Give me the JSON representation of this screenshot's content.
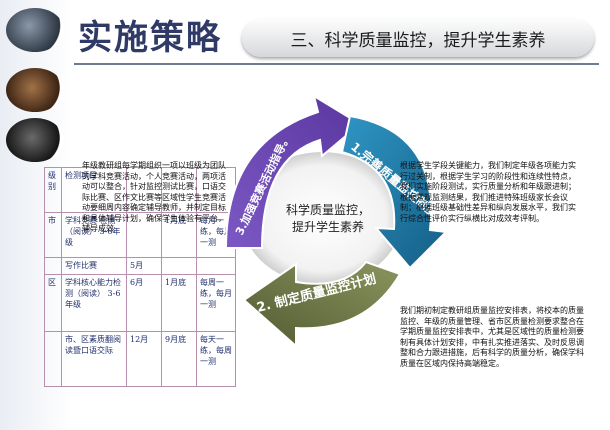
{
  "header": {
    "title": "实施策略",
    "subtitle": "三、科学质量监控，提升学生素养"
  },
  "center": {
    "line1": "科学质量监控，",
    "line2": "提升学生素养"
  },
  "arrows": {
    "one": "1.完善质量监控制度。",
    "two": "2. 制定质量监控计划",
    "three": "3.加强竞赛活动指导。"
  },
  "paragraphs": {
    "top_left": "年级教研组每学期组织一项以班级为团队的学科竞赛活动，个人竞赛活动，两项活动可以整合，针对监控测试比赛，口语交际比赛、区作文比赛等区域性学生竞赛活动要细周内容确定辅导教师，并制定目标和具体辅导计划，确保学生体验有平台，辅导成效",
    "right": "根据学生学段关键能力，我们制定年级各项能力实行过关制，根据学生学习的阶段性和连续性特点，我们实施阶段测试，实行质量分析和年级跟进制；根据常规监测结果，我们推进特殊班级家长会议制；根据班级基础性差异和纵向发展水平，我们实行综合性评价实行纵横比对成效考评制。",
    "bottom_right": "我们期初制定教研组质量监控安排表，将校本的质量监控、年级的质量管理、省市区质量检测要求整合在学期质量监控安排表中，尤其是区域性的质量检测要制有具体计划安排，中有扎实推进落实、及时反思调整和合力跟进措施，后有科学的质量分析，确保学科质量在区域内保持高端稳定。"
  },
  "table": {
    "rows": [
      [
        "级别",
        "检测项目",
        "",
        "",
        ""
      ],
      [
        "市",
        "学科竞赛\n检测（阅读）\n3-6年级",
        "",
        "1月底",
        "每月一练，每月一测"
      ],
      [
        "",
        "写作比赛",
        "5月",
        "",
        ""
      ],
      [
        "区",
        "学科核心能力检测（阅读）\n3-6年级",
        "6月",
        "1月底",
        "每周一练，每月一测"
      ],
      [
        "",
        "市、区素质翻阅读暨口语交际",
        "12月",
        "9月底",
        "每天一练，每周一测"
      ]
    ]
  },
  "colors": {
    "arrow_blue": "#1f7da8",
    "arrow_olive": "#6f7a49",
    "arrow_purple": "#6f48b2",
    "title": "#2f3a66"
  }
}
